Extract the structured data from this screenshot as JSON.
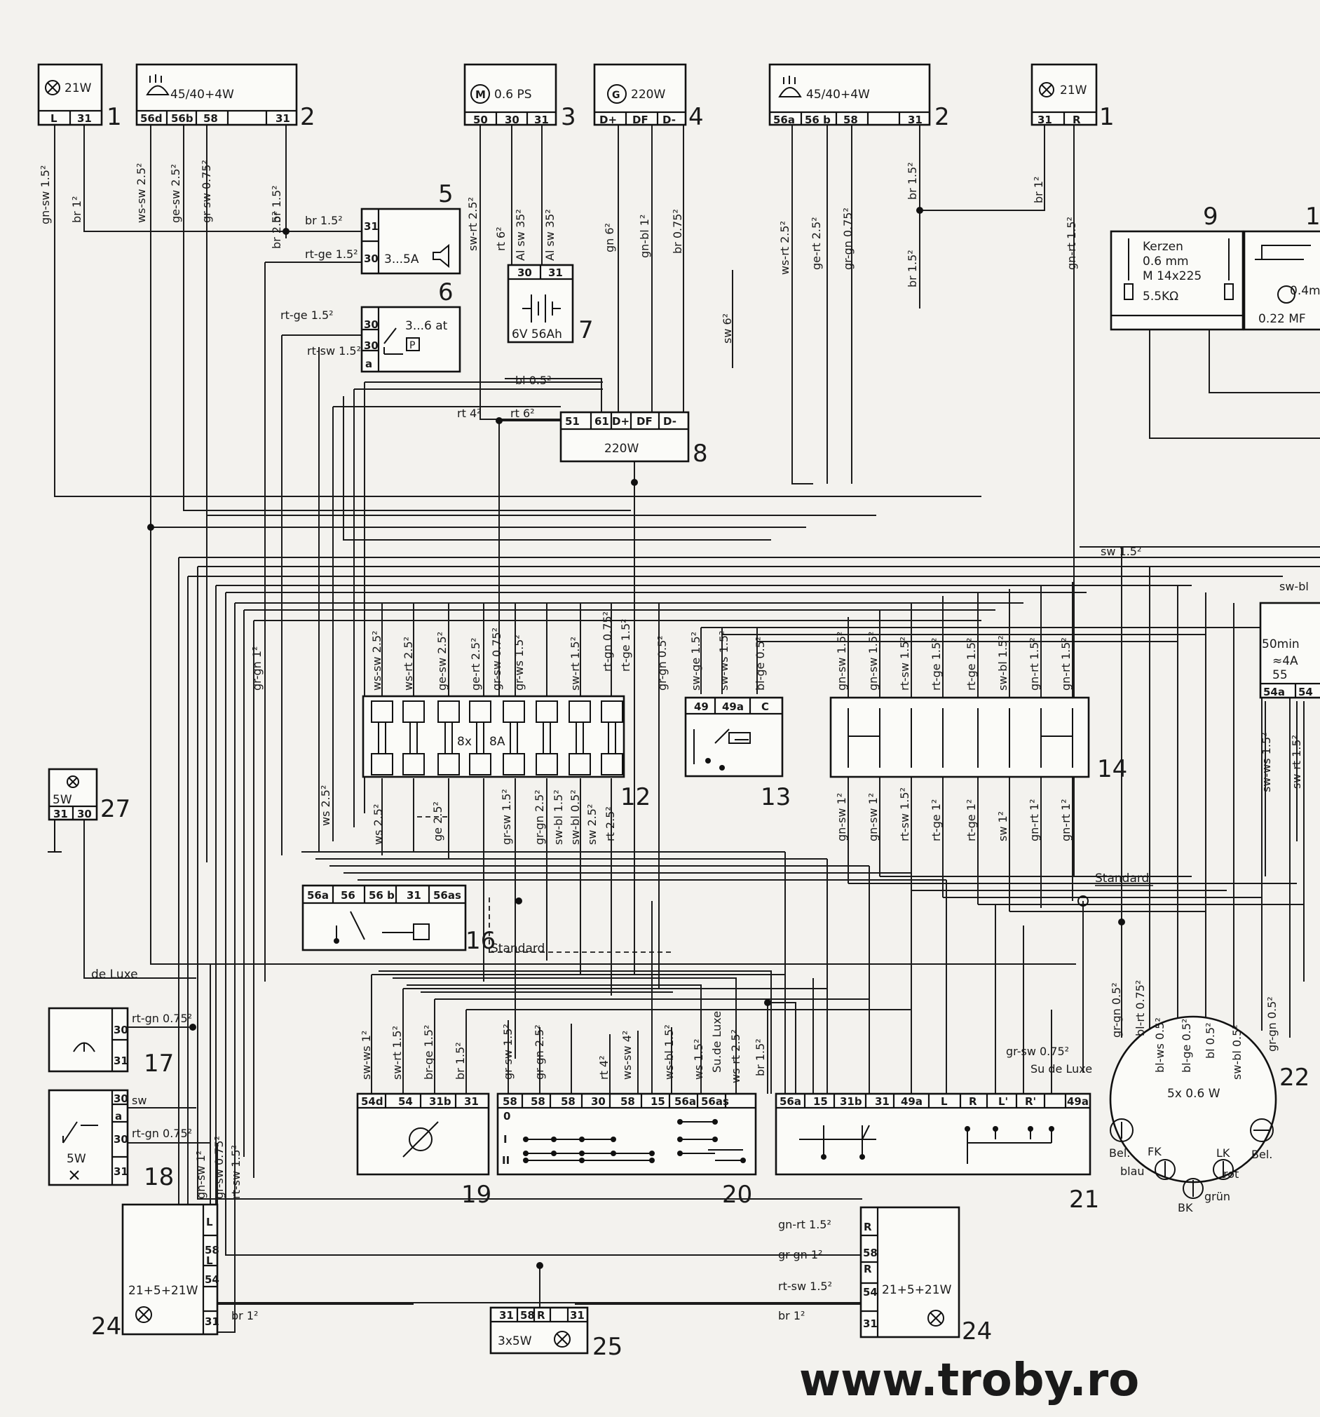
{
  "website": "www.troby.ro",
  "components": [
    {
      "num": "1",
      "spec": "21W",
      "pins": [
        "L",
        "31"
      ]
    },
    {
      "num": "2",
      "spec": "45/40+4W",
      "pins": [
        "56d",
        "56b",
        "58",
        "",
        "31"
      ]
    },
    {
      "num": "3",
      "spec": "0.6 PS",
      "pins": [
        "50",
        "30",
        "31"
      ]
    },
    {
      "num": "4",
      "spec": "220W",
      "pins": [
        "D+",
        "DF",
        "D-"
      ]
    },
    {
      "num": "2",
      "spec": "45/40+4W",
      "pins": [
        "56a",
        "56 b",
        "58",
        "",
        "31"
      ]
    },
    {
      "num": "1",
      "spec": "21W",
      "pins": [
        "31",
        "R"
      ]
    },
    {
      "num": "5",
      "spec": "3...5A",
      "pins": [
        "31",
        "30"
      ]
    },
    {
      "num": "6",
      "spec": "3...6 at",
      "pins": [
        "30",
        "30",
        "a"
      ]
    },
    {
      "num": "7",
      "spec": "6V 56Ah",
      "pins": [
        "30",
        "31"
      ]
    },
    {
      "num": "8",
      "spec": "220W",
      "pins": [
        "51",
        "61",
        "D+",
        "DF",
        "D-"
      ]
    },
    {
      "num": "9",
      "spec_lines": [
        "Kerzen",
        "0.6 mm",
        "M 14x225",
        "5.5KΩ"
      ]
    },
    {
      "num": "1",
      "spec_lines": [
        "0.4m",
        "0.22 MF"
      ]
    },
    {
      "num": "12",
      "spec_lines": [
        "8x",
        "8A"
      ]
    },
    {
      "num": "13",
      "pins": [
        "49",
        "49a",
        "C"
      ]
    },
    {
      "num": "14"
    },
    {
      "num": "16",
      "pins": [
        "56a",
        "56",
        "56 b",
        "31",
        "56as"
      ]
    },
    {
      "num": "17",
      "pins": [
        "30",
        "31"
      ]
    },
    {
      "num": "18",
      "spec": "5W",
      "pins": [
        "30",
        "a",
        "30",
        "31"
      ]
    },
    {
      "num": "19",
      "pins": [
        "54d",
        "54",
        "31b",
        "31"
      ]
    },
    {
      "num": "20",
      "pins": [
        "58",
        "58",
        "58",
        "30",
        "58",
        "15",
        "56a",
        "56as"
      ],
      "switch_positions": [
        "0",
        "I",
        "II"
      ]
    },
    {
      "num": "21",
      "pins": [
        "56a",
        "15",
        "31b",
        "31",
        "49a",
        "L",
        "R",
        "L'",
        "R'",
        "49a"
      ]
    },
    {
      "num": "22",
      "spec": "5x 0.6 W",
      "lamp_labels": [
        "Bel.",
        "blau",
        "FK",
        "BK",
        "grün",
        "LK",
        "rot",
        "Bel."
      ]
    },
    {
      "num": "24",
      "spec": "21+5+21W",
      "pins": [
        "L",
        "58",
        "L",
        "54",
        "31"
      ]
    },
    {
      "num": "24",
      "spec": "21+5+21W",
      "pins": [
        "R",
        "58",
        "R",
        "54",
        "31"
      ]
    },
    {
      "num": "25",
      "spec": "3x5W",
      "pins": [
        "31",
        "58",
        "R",
        "31"
      ]
    },
    {
      "num": "27",
      "spec": "5W",
      "pins": [
        "31",
        "30"
      ]
    },
    {
      "num": "",
      "spec_lines": [
        "50min",
        "≈4A",
        "55"
      ],
      "pins": [
        "54a",
        "54"
      ]
    }
  ],
  "wire_labels": [
    "gn-sw 1.5²",
    "br 1²",
    "ws-sw 2.5²",
    "ge-sw 2.5²",
    "gr-sw 0.75²",
    "br 1.5²",
    "br 1.5²",
    "br 2.5²",
    "rt-ge 1.5²",
    "sw-rt 2.5²",
    "rt 6²",
    "Al sw 35²",
    "Al sw 35²",
    "gn 6²",
    "gn-bl 1²",
    "br 0.75²",
    "sw 6²",
    "ws-rt 2.5²",
    "ge-rt 2.5²",
    "gr-gn 0.75²",
    "br 1.5²",
    "br 1.5²",
    "br 1²",
    "gn-rt 1.5²",
    "rt-ge 1.5²",
    "rt-sw 1.5²",
    "bl 0.5²",
    "rt 4²",
    "rt 6²",
    "sw 1.5²",
    "sw-bl",
    "gr-gn 1²",
    "ws-sw 2.5²",
    "ws-rt 2.5²",
    "ge-sw 2.5²",
    "ge-rt 2.5²",
    "gr-sw 0.75²",
    "gr-ws 1.5²",
    "sw-rt 1.5²",
    "rt-gn 0.75²",
    "rt-ge 1.5²",
    "gr-gn 0.5²",
    "sw-ge 1.5²",
    "sw-ws 1.5²",
    "bl-ge 0.5²",
    "gn-sw 1.5²",
    "gn-sw 1.5²",
    "rt-sw 1.5²",
    "rt-ge 1.5²",
    "rt-ge 1.5²",
    "sw-bl 1.5²",
    "gn-rt 1.5²",
    "gn-rt 1.5²",
    "ws 2.5²",
    "ws 2.5²",
    "ge 2.5²",
    "gr-sw 1.5²",
    "gr-gn 2.5²",
    "sw-bl 1.5²",
    "sw-bl 0.5²",
    "sw 2.5²",
    "rt 2.5²",
    "gn-sw 1²",
    "gn-sw 1²",
    "rt-sw 1.5²",
    "rt-ge 1²",
    "rt-ge 1²",
    "sw 1²",
    "gn-rt 1²",
    "gn-rt 1²",
    "sw-ws 1²",
    "sw-rt 1.5²",
    "br-ge 1.5²",
    "br 1.5²",
    "gr-sw 1.5²",
    "gr-gn 2.5²",
    "rt 4²",
    "ws-sw 4²",
    "ws-bl 1.5²",
    "ws 1.5²",
    "ws-rt 2.5²",
    "br 1.5²",
    "gr-sw 0.75²",
    "gr-gn 0.5²",
    "bl-rt 0.75²",
    "bl-ws 0.5²",
    "bl-ge 0.5²",
    "bl 0.5²",
    "sw-bl 0.5²",
    "gr-gn 0.5²",
    "rt-gn 0.75²",
    "sw",
    "rt-gn 0.75²",
    "gn-sw 1²",
    "gr-sw 0.75²",
    "rt-sw 1.5²",
    "gn-rt 1.5²",
    "gr-gn 1²",
    "rt-sw 1.5²",
    "br 1²",
    "br 1²",
    "sw-ws 1.5²",
    "sw-rt 1.5²"
  ],
  "annotations": {
    "standard": "Standard",
    "standard_2": "Standard",
    "de_luxe": "de Luxe",
    "su_de_luxe": "Su.de Luxe",
    "su_de_luxe_2": "Su de Luxe"
  }
}
